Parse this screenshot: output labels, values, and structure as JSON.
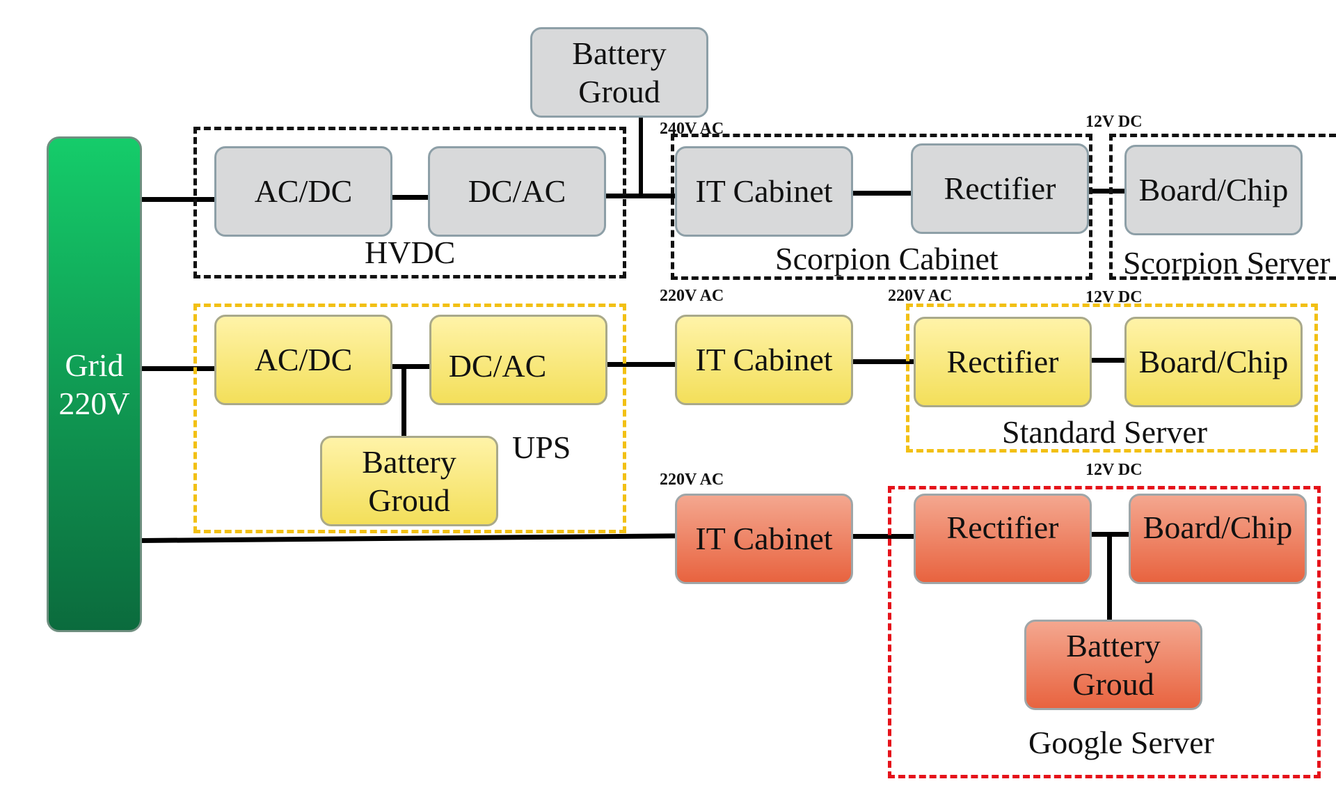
{
  "colors": {
    "gray_box": "#d8d9da",
    "yellow_box": "#f3df5a",
    "red_box": "#e8633f",
    "grid_green": "#0fae5a",
    "hvdc_border": "#111111",
    "ups_border": "#f2c014",
    "google_border": "#e5121a"
  },
  "grid": {
    "label": "Grid\n220V"
  },
  "row_hvdc": {
    "battery": "Battery\nGroud",
    "acdc": "AC/DC",
    "dcac": "DC/AC",
    "group_label": "HVDC",
    "voltage_ac": "240V AC",
    "it_cabinet": "IT Cabinet",
    "rectifier": "Rectifier",
    "cabinet_group_label": "Scorpion Cabinet",
    "voltage_dc": "12V DC",
    "board_chip": "Board/Chip",
    "server_group_label": "Scorpion Server"
  },
  "row_ups": {
    "acdc": "AC/DC",
    "dcac": "DC/AC",
    "battery": "Battery\nGroud",
    "group_label": "UPS",
    "voltage_ac_1": "220V AC",
    "it_cabinet": "IT Cabinet",
    "voltage_ac_2": "220V AC",
    "rectifier": "Rectifier",
    "voltage_dc": "12V DC",
    "board_chip": "Board/Chip",
    "server_group_label": "Standard Server"
  },
  "row_google": {
    "voltage_ac": "220V AC",
    "it_cabinet": "IT Cabinet",
    "voltage_dc": "12V DC",
    "rectifier": "Rectifier",
    "board_chip": "Board/Chip",
    "battery": "Battery\nGroud",
    "server_group_label": "Google Server"
  }
}
